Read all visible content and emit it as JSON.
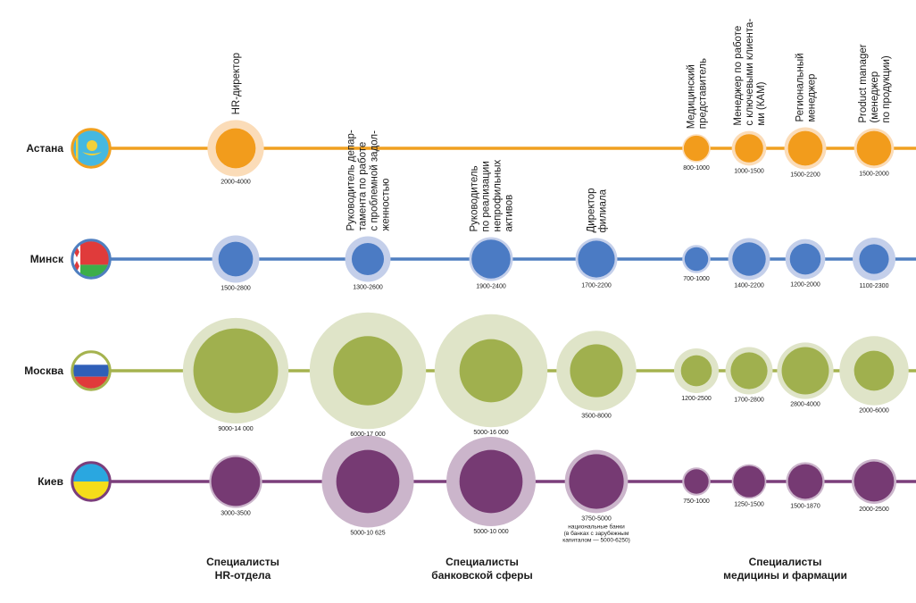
{
  "chart_data": {
    "type": "bubble",
    "categories": [
      "HR-директор",
      "Руководитель депар-|тамента по работе|с проблемной задол-|женностью",
      "Руководитель|по реализации|непрофильных|активов",
      "Директор|филиала",
      "Медицинский|представитель",
      "Менеджер по работе|с ключевыми клиента-|ми (КАМ)",
      "Региональный|менеджер",
      "Product manager|(менеджер|по продукции)"
    ],
    "series": [
      {
        "name": "Астана",
        "values": [
          {
            "cat": 0,
            "min": 2000,
            "max": 4000,
            "label": "2000-4000"
          },
          {
            "cat": 4,
            "min": 800,
            "max": 1000,
            "label": "800-1000"
          },
          {
            "cat": 5,
            "min": 1000,
            "max": 1500,
            "label": "1000-1500"
          },
          {
            "cat": 6,
            "min": 1500,
            "max": 2200,
            "label": "1500-2200"
          },
          {
            "cat": 7,
            "min": 1500,
            "max": 2000,
            "label": "1500-2000"
          }
        ]
      },
      {
        "name": "Минск",
        "values": [
          {
            "cat": 0,
            "min": 1500,
            "max": 2800,
            "label": "1500-2800"
          },
          {
            "cat": 1,
            "min": 1300,
            "max": 2600,
            "label": "1300-2600"
          },
          {
            "cat": 2,
            "min": 1900,
            "max": 2400,
            "label": "1900-2400"
          },
          {
            "cat": 3,
            "min": 1700,
            "max": 2200,
            "label": "1700-2200"
          },
          {
            "cat": 4,
            "min": 700,
            "max": 1000,
            "label": "700-1000"
          },
          {
            "cat": 5,
            "min": 1400,
            "max": 2200,
            "label": "1400-2200"
          },
          {
            "cat": 6,
            "min": 1200,
            "max": 2000,
            "label": "1200-2000"
          },
          {
            "cat": 7,
            "min": 1100,
            "max": 2300,
            "label": "1100-2300"
          }
        ]
      },
      {
        "name": "Москва",
        "values": [
          {
            "cat": 0,
            "min": 9000,
            "max": 14000,
            "label": "9000-14 000"
          },
          {
            "cat": 1,
            "min": 6000,
            "max": 17000,
            "label": "6000-17 000"
          },
          {
            "cat": 2,
            "min": 5000,
            "max": 16000,
            "label": "5000-16 000"
          },
          {
            "cat": 3,
            "min": 3500,
            "max": 8000,
            "label": "3500-8000"
          },
          {
            "cat": 4,
            "min": 1200,
            "max": 2500,
            "label": "1200-2500"
          },
          {
            "cat": 5,
            "min": 1700,
            "max": 2800,
            "label": "1700-2800"
          },
          {
            "cat": 6,
            "min": 2800,
            "max": 4000,
            "label": "2800-4000"
          },
          {
            "cat": 7,
            "min": 2000,
            "max": 6000,
            "label": "2000-6000"
          }
        ]
      },
      {
        "name": "Киев",
        "values": [
          {
            "cat": 0,
            "min": 3000,
            "max": 3500,
            "label": "3000-3500"
          },
          {
            "cat": 1,
            "min": 5000,
            "max": 10625,
            "label": "5000-10 625"
          },
          {
            "cat": 2,
            "min": 5000,
            "max": 10000,
            "label": "5000-10 000"
          },
          {
            "cat": 3,
            "min": 3750,
            "max": 5000,
            "label": "3750-5000",
            "note": "национальные банки|(в банках с зарубежным|капиталом — 5000-6250)"
          },
          {
            "cat": 4,
            "min": 750,
            "max": 1000,
            "label": "750-1000"
          },
          {
            "cat": 5,
            "min": 1250,
            "max": 1500,
            "label": "1250-1500"
          },
          {
            "cat": 6,
            "min": 1500,
            "max": 1870,
            "label": "1500-1870"
          },
          {
            "cat": 7,
            "min": 2000,
            "max": 2500,
            "label": "2000-2500"
          }
        ]
      }
    ],
    "groups": [
      {
        "label": "Специалисты|HR-отдела",
        "cats": [
          0
        ]
      },
      {
        "label": "Специалисты|банковской сферы",
        "cats": [
          1,
          2,
          3
        ]
      },
      {
        "label": "Специалисты|медицины и фармации",
        "cats": [
          4,
          5,
          6,
          7
        ]
      }
    ]
  },
  "colors": {
    "Астана": {
      "line": "#f0a020",
      "inner": "#f29c1c",
      "outer": "#fbdcb8"
    },
    "Минск": {
      "line": "#4f7fc0",
      "inner": "#4b7bc4",
      "outer": "#c4cfea"
    },
    "Москва": {
      "line": "#a5b34f",
      "inner": "#a0b04e",
      "outer": "#dfe4c8"
    },
    "Киев": {
      "line": "#7b3e7b",
      "inner": "#763a73",
      "outer": "#cbb5cb"
    }
  },
  "flags": {
    "Астана": "kazakhstan-flag-icon",
    "Минск": "belarus-flag-icon",
    "Москва": "russia-flag-icon",
    "Киев": "ukraine-flag-icon"
  }
}
